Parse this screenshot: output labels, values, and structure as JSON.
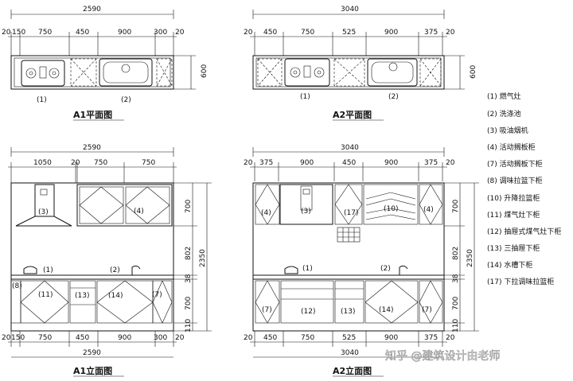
{
  "a1_plan": {
    "title": "A1平面图",
    "overall": "2590",
    "segments": [
      "20",
      "150",
      "750",
      "450",
      "900",
      "300",
      "20"
    ],
    "depth": "600",
    "labels": [
      "(1)",
      "(2)"
    ]
  },
  "a2_plan": {
    "title": "A2平面图",
    "overall": "3040",
    "segments": [
      "20",
      "450",
      "750",
      "525",
      "900",
      "375",
      "20"
    ],
    "depth": "600",
    "labels": [
      "(1)",
      "(2)"
    ]
  },
  "a1_elev": {
    "title": "A1立面图",
    "overall_top": "2590",
    "top_segments": [
      "1050",
      "20",
      "750",
      "750"
    ],
    "bottom_segments": [
      "20",
      "150",
      "750",
      "450",
      "900",
      "300",
      "20"
    ],
    "overall_bottom": "2590",
    "heights": [
      "700",
      "802",
      "38",
      "700",
      "110"
    ],
    "total_height": "2350",
    "labels": [
      "(3)",
      "(4)",
      "(1)",
      "(2)",
      "(8)",
      "(11)",
      "(13)",
      "(14)",
      "(7)"
    ]
  },
  "a2_elev": {
    "title": "A2立面图",
    "overall_top": "3040",
    "top_segments": [
      "20",
      "375",
      "900",
      "450",
      "900",
      "375",
      "20"
    ],
    "bottom_segments": [
      "20",
      "450",
      "750",
      "525",
      "900",
      "375",
      "20"
    ],
    "overall_bottom": "3040",
    "heights": [
      "700",
      "802",
      "38",
      "700",
      "110"
    ],
    "total_height": "2350",
    "labels": [
      "(4)",
      "(3)",
      "(17)",
      "(10)",
      "(4)",
      "(1)",
      "(2)",
      "(7)",
      "(12)",
      "(13)",
      "(14)",
      "(7)"
    ]
  },
  "legend": {
    "items": [
      "(1) 燃气灶",
      "(2) 洗涤池",
      "(3) 吸油烟机",
      "(4) 活动搁板柜",
      "(7) 活动搁板下柜",
      "(8) 调味拉篮下柜",
      "(10) 升降拉篮柜",
      "(11) 煤气灶下柜",
      "(12) 抽屉式煤气灶下柜",
      "(13) 三抽屉下柜",
      "(14) 水槽下柜",
      "(17) 下拉调味拉篮柜"
    ]
  },
  "watermark": "知乎 @建筑设计由老师"
}
